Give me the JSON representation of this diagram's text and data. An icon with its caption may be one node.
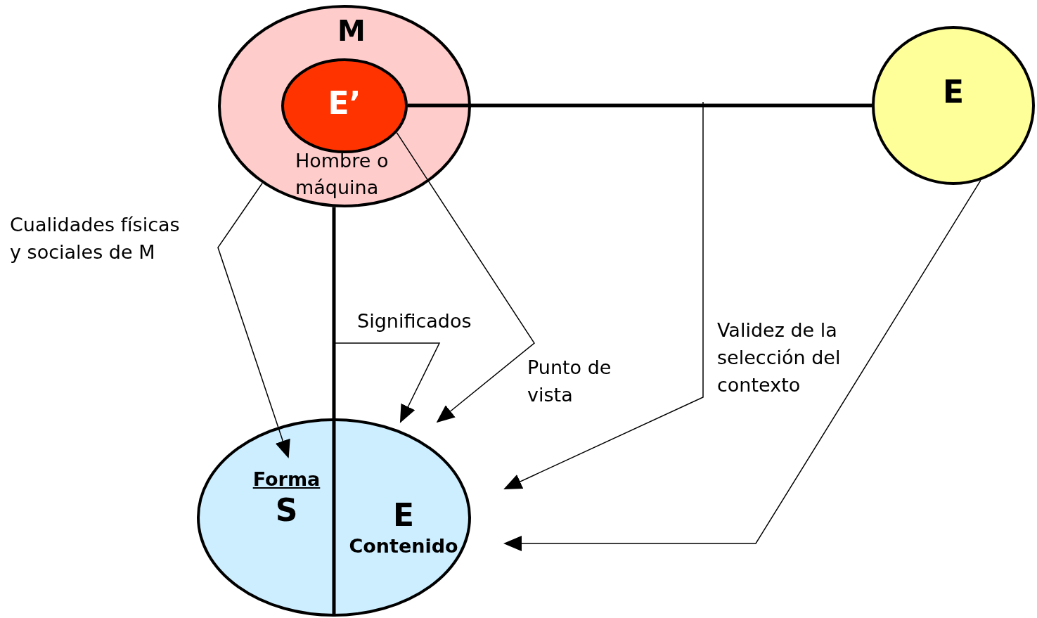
{
  "diagram": {
    "nodes": [
      {
        "text": [
          "M",
          "Hombre o máquina"
        ]
      },
      {
        "text": [
          "E’"
        ],
        "in": 0
      },
      {
        "text": [
          "E"
        ]
      },
      {
        "text": [],
        "shape": "ellipse"
      },
      {
        "text": [
          "Forma",
          "S"
        ],
        "in": 3
      },
      {
        "text": [
          "E",
          "Contenido"
        ],
        "in": 3
      }
    ],
    "edges": [
      {
        "from": 1,
        "to": 2,
        "arrow": "none",
        "style": "thick"
      },
      {
        "from": 0,
        "to": 3,
        "arrow": "none",
        "style": "thick"
      },
      {
        "from": 0,
        "to": 4,
        "arrow": "to",
        "label": "Cualidades físicas y sociales de M"
      },
      {
        "from": null,
        "to": 5,
        "arrow": "to",
        "label": "Significados"
      },
      {
        "from": 1,
        "to": 5,
        "arrow": "to",
        "label": "Punto de vista"
      },
      {
        "from": null,
        "to": 5,
        "arrow": "to",
        "label": "Validez de la selección del contexto"
      },
      {
        "from": 2,
        "to": 5,
        "arrow": "to"
      }
    ]
  }
}
